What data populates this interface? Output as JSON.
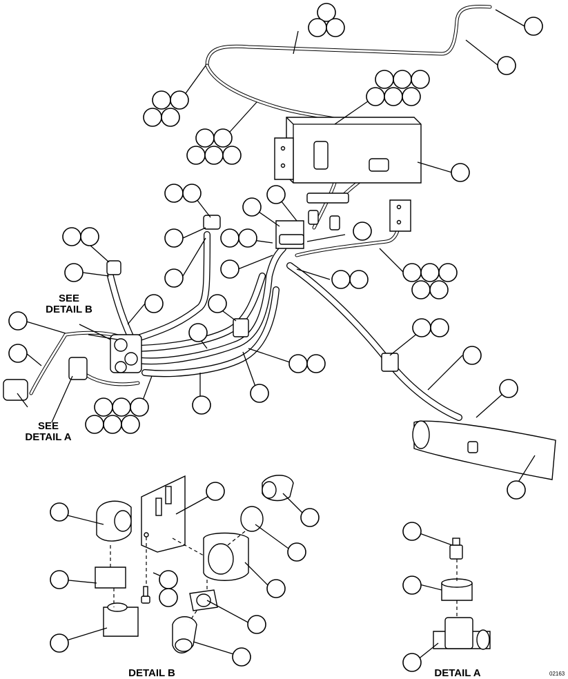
{
  "labels": {
    "see_detail_b_line1": "SEE",
    "see_detail_b_line2": "DETAIL B",
    "see_detail_a_line1": "SEE",
    "see_detail_a_line2": "DETAIL A",
    "detail_b_caption": "DETAIL B",
    "detail_a_caption": "DETAIL A",
    "figure_code": "02163"
  },
  "callout_count": 75
}
